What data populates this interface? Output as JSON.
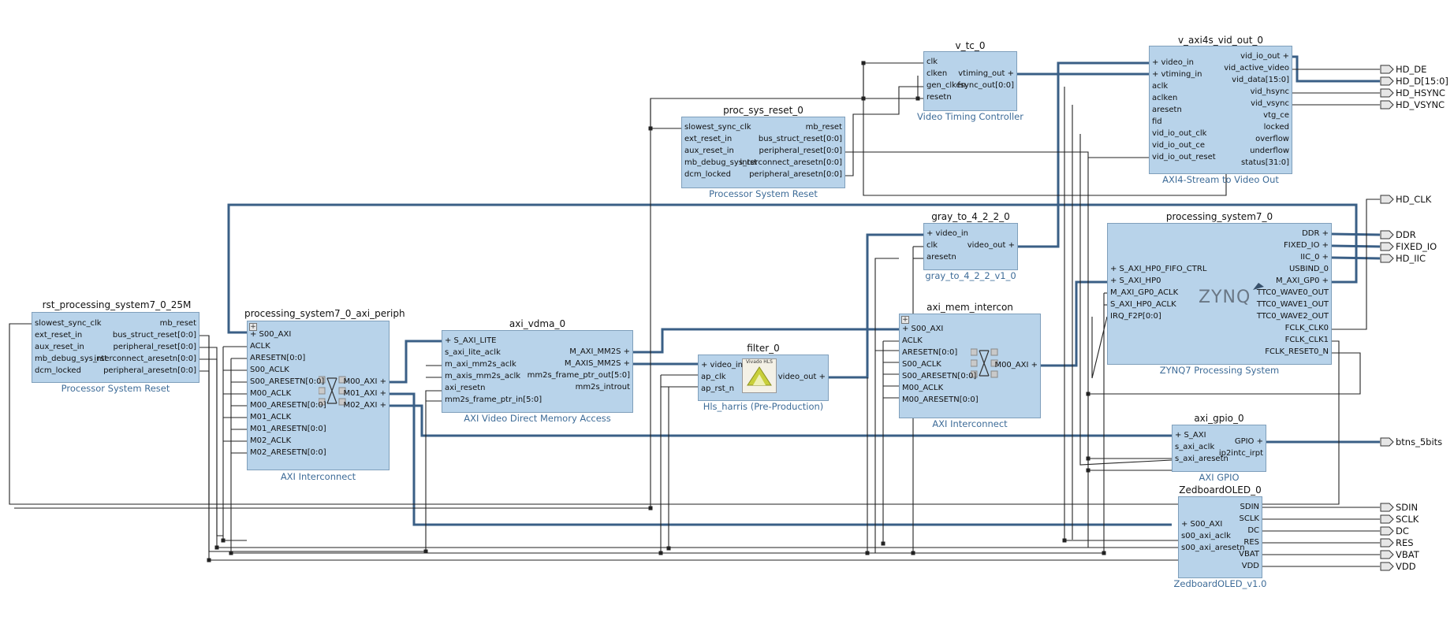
{
  "colors": {
    "block_fill": "#b8d3ea",
    "block_border": "#7f9fbb",
    "bus_wire": "#3a5f86",
    "wire": "#222222",
    "subtitle": "#3e6c98"
  },
  "blocks": {
    "rst_ps7": {
      "name": "rst_processing_system7_0_25M",
      "subtitle": "Processor System Reset",
      "left_pins": [
        "slowest_sync_clk",
        "ext_reset_in",
        "aux_reset_in",
        "mb_debug_sys_rst",
        "dcm_locked"
      ],
      "right_pins": [
        "mb_reset",
        "bus_struct_reset[0:0]",
        "peripheral_reset[0:0]",
        "interconnect_aresetn[0:0]",
        "peripheral_aresetn[0:0]"
      ]
    },
    "axi_periph": {
      "name": "processing_system7_0_axi_periph",
      "subtitle": "AXI Interconnect",
      "left_pins": [
        "S00_AXI",
        "ACLK",
        "ARESETN[0:0]",
        "S00_ACLK",
        "S00_ARESETN[0:0]",
        "M00_ACLK",
        "M00_ARESETN[0:0]",
        "M01_ACLK",
        "M01_ARESETN[0:0]",
        "M02_ACLK",
        "M02_ARESETN[0:0]"
      ],
      "right_pins": [
        "M00_AXI",
        "M01_AXI",
        "M02_AXI"
      ]
    },
    "vdma": {
      "name": "axi_vdma_0",
      "subtitle": "AXI Video Direct Memory Access",
      "left_pins": [
        "S_AXI_LITE",
        "s_axi_lite_aclk",
        "m_axi_mm2s_aclk",
        "m_axis_mm2s_aclk",
        "axi_resetn",
        "mm2s_frame_ptr_in[5:0]"
      ],
      "right_pins": [
        "M_AXI_MM2S",
        "M_AXIS_MM2S",
        "mm2s_frame_ptr_out[5:0]",
        "mm2s_introut"
      ]
    },
    "filter": {
      "name": "filter_0",
      "subtitle": "Hls_harris (Pre-Production)",
      "left_pins": [
        "video_in",
        "ap_clk",
        "ap_rst_n"
      ],
      "right_pins": [
        "video_out"
      ],
      "logo_text": "Vivado HLS"
    },
    "proc_reset": {
      "name": "proc_sys_reset_0",
      "subtitle": "Processor System Reset",
      "left_pins": [
        "slowest_sync_clk",
        "ext_reset_in",
        "aux_reset_in",
        "mb_debug_sys_rst",
        "dcm_locked"
      ],
      "right_pins": [
        "mb_reset",
        "bus_struct_reset[0:0]",
        "peripheral_reset[0:0]",
        "interconnect_aresetn[0:0]",
        "peripheral_aresetn[0:0]"
      ]
    },
    "vtc": {
      "name": "v_tc_0",
      "subtitle": "Video Timing Controller",
      "left_pins": [
        "clk",
        "clken",
        "gen_clken",
        "resetn"
      ],
      "right_pins": [
        "vtiming_out",
        "fsync_out[0:0]"
      ]
    },
    "gray": {
      "name": "gray_to_4_2_2_0",
      "subtitle": "gray_to_4_2_2_v1_0",
      "left_pins": [
        "video_in",
        "clk",
        "aresetn"
      ],
      "right_pins": [
        "video_out"
      ]
    },
    "mem_ic": {
      "name": "axi_mem_intercon",
      "subtitle": "AXI Interconnect",
      "left_pins": [
        "S00_AXI",
        "ACLK",
        "ARESETN[0:0]",
        "S00_ACLK",
        "S00_ARESETN[0:0]",
        "M00_ACLK",
        "M00_ARESETN[0:0]"
      ],
      "right_pins": [
        "M00_AXI"
      ]
    },
    "vout": {
      "name": "v_axi4s_vid_out_0",
      "subtitle": "AXI4-Stream to Video Out",
      "left_pins": [
        "video_in",
        "vtiming_in",
        "aclk",
        "aclken",
        "aresetn",
        "fid",
        "vid_io_out_clk",
        "vid_io_out_ce",
        "vid_io_out_reset"
      ],
      "right_pins": [
        "vid_io_out",
        "vid_active_video",
        "vid_data[15:0]",
        "vid_hsync",
        "vid_vsync",
        "vtg_ce",
        "locked",
        "overflow",
        "underflow",
        "status[31:0]"
      ]
    },
    "ps7": {
      "name": "processing_system7_0",
      "subtitle": "ZYNQ7 Processing System",
      "left_pins": [
        "S_AXI_HP0_FIFO_CTRL",
        "S_AXI_HP0",
        "M_AXI_GP0_ACLK",
        "S_AXI_HP0_ACLK",
        "IRQ_F2P[0:0]"
      ],
      "right_pins": [
        "DDR",
        "FIXED_IO",
        "IIC_0",
        "USBIND_0",
        "M_AXI_GP0",
        "TTC0_WAVE0_OUT",
        "TTC0_WAVE1_OUT",
        "TTC0_WAVE2_OUT",
        "FCLK_CLK0",
        "FCLK_CLK1",
        "FCLK_RESET0_N"
      ],
      "logo_text": "ZYNQ"
    },
    "gpio": {
      "name": "axi_gpio_0",
      "subtitle": "AXI GPIO",
      "left_pins": [
        "S_AXI",
        "s_axi_aclk",
        "s_axi_aresetn"
      ],
      "right_pins": [
        "GPIO",
        "ip2intc_irpt"
      ]
    },
    "oled": {
      "name": "ZedboardOLED_0",
      "subtitle": "ZedboardOLED_v1.0",
      "left_pins": [
        "S00_AXI",
        "s00_axi_aclk",
        "s00_axi_aresetn"
      ],
      "right_pins": [
        "SDIN",
        "SCLK",
        "DC",
        "RES",
        "VBAT",
        "VDD"
      ]
    }
  },
  "external_ports": [
    "HD_DE",
    "HD_D[15:0]",
    "HD_HSYNC",
    "HD_VSYNC",
    "HD_CLK",
    "DDR",
    "FIXED_IO",
    "HD_IIC",
    "btns_5bits",
    "SDIN",
    "SCLK",
    "DC",
    "RES",
    "VBAT",
    "VDD"
  ]
}
